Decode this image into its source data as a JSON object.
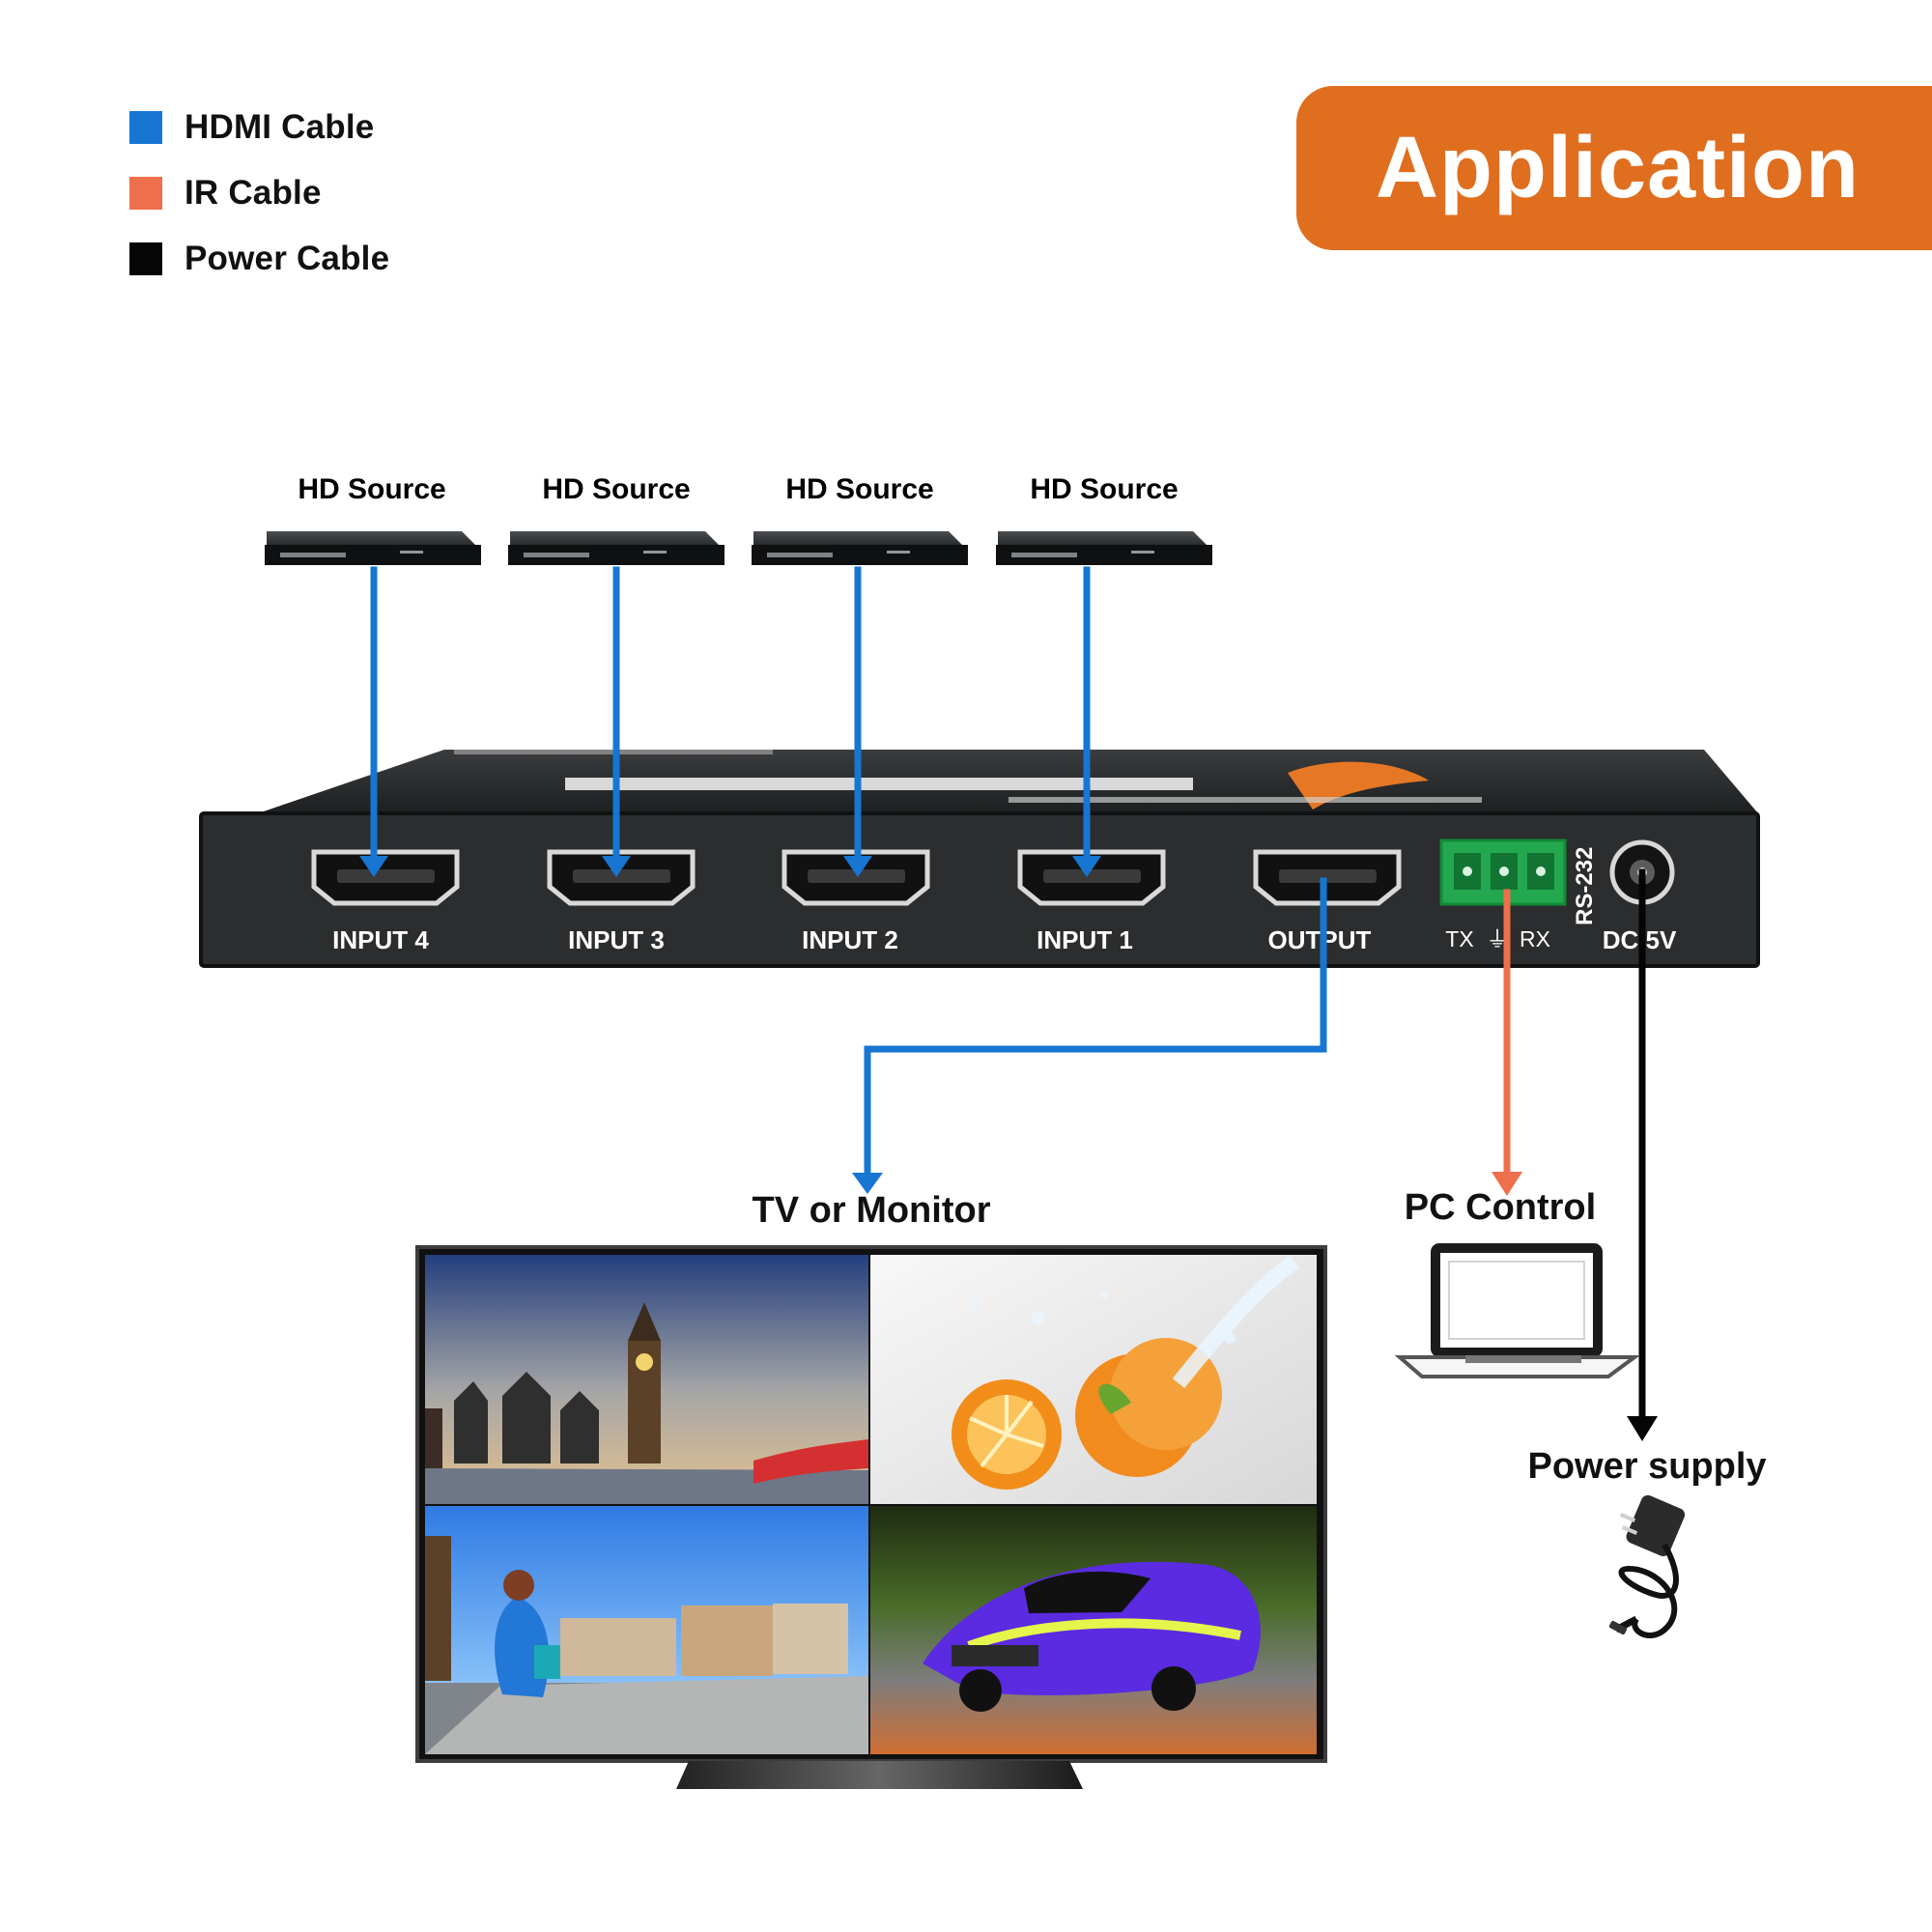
{
  "legend": {
    "items": [
      {
        "label": "HDMI Cable",
        "color": "#1676d2"
      },
      {
        "label": "IR Cable",
        "color": "#ee6f4b"
      },
      {
        "label": "Power Cable",
        "color": "#050505"
      }
    ]
  },
  "badge": {
    "title": "Application",
    "color": "#e06e1f"
  },
  "sources": [
    {
      "label": "HD Source"
    },
    {
      "label": "HD Source"
    },
    {
      "label": "HD Source"
    },
    {
      "label": "HD Source"
    }
  ],
  "device": {
    "ports": [
      "INPUT 4",
      "INPUT 3",
      "INPUT 2",
      "INPUT 1",
      "OUTPUT"
    ],
    "rs232": {
      "label": "RS-232",
      "tx": "TX",
      "rx": "RX",
      "ground": "⏚"
    },
    "dc": "DC 5V",
    "body_color": "#2b2d2e",
    "terminal_color": "#23a84f"
  },
  "destinations": {
    "tv": "TV or Monitor",
    "pc": "PC Control",
    "power": "Power supply"
  },
  "cable_colors": {
    "hdmi": "#1676d2",
    "ir": "#ee6f4b",
    "power": "#050505"
  },
  "icons": [
    "blu-ray-player-icon",
    "hdmi-port-icon",
    "terminal-block-icon",
    "dc-jack-icon",
    "tv-monitor-icon",
    "laptop-icon",
    "power-adapter-icon"
  ]
}
